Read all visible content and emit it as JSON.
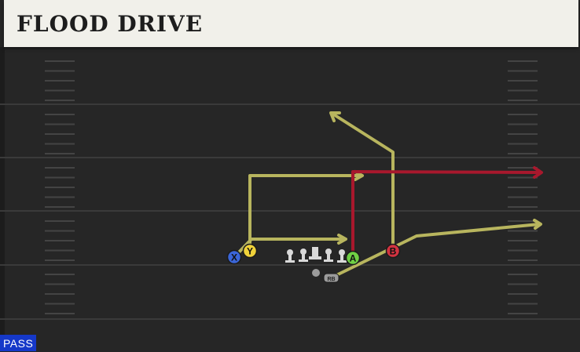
{
  "play": {
    "name": "FLOOD DRIVE",
    "type_badge": "PASS"
  },
  "players": {
    "x": {
      "label": "X",
      "color": "#3b66d8"
    },
    "y": {
      "label": "Y",
      "color": "#f0d23a"
    },
    "a": {
      "label": "A",
      "color": "#6fcf44"
    },
    "b": {
      "label": "B",
      "color": "#d23340"
    },
    "rb": {
      "label": "RB",
      "color": "#9b9b9b"
    }
  },
  "colors": {
    "route_primary": "#b8b55e",
    "route_highlight": "#a8182d",
    "field": "#262626",
    "yard_lines": "#3a3a3a",
    "hash_marks": "#444444",
    "lineman": "#d9d9d9"
  }
}
